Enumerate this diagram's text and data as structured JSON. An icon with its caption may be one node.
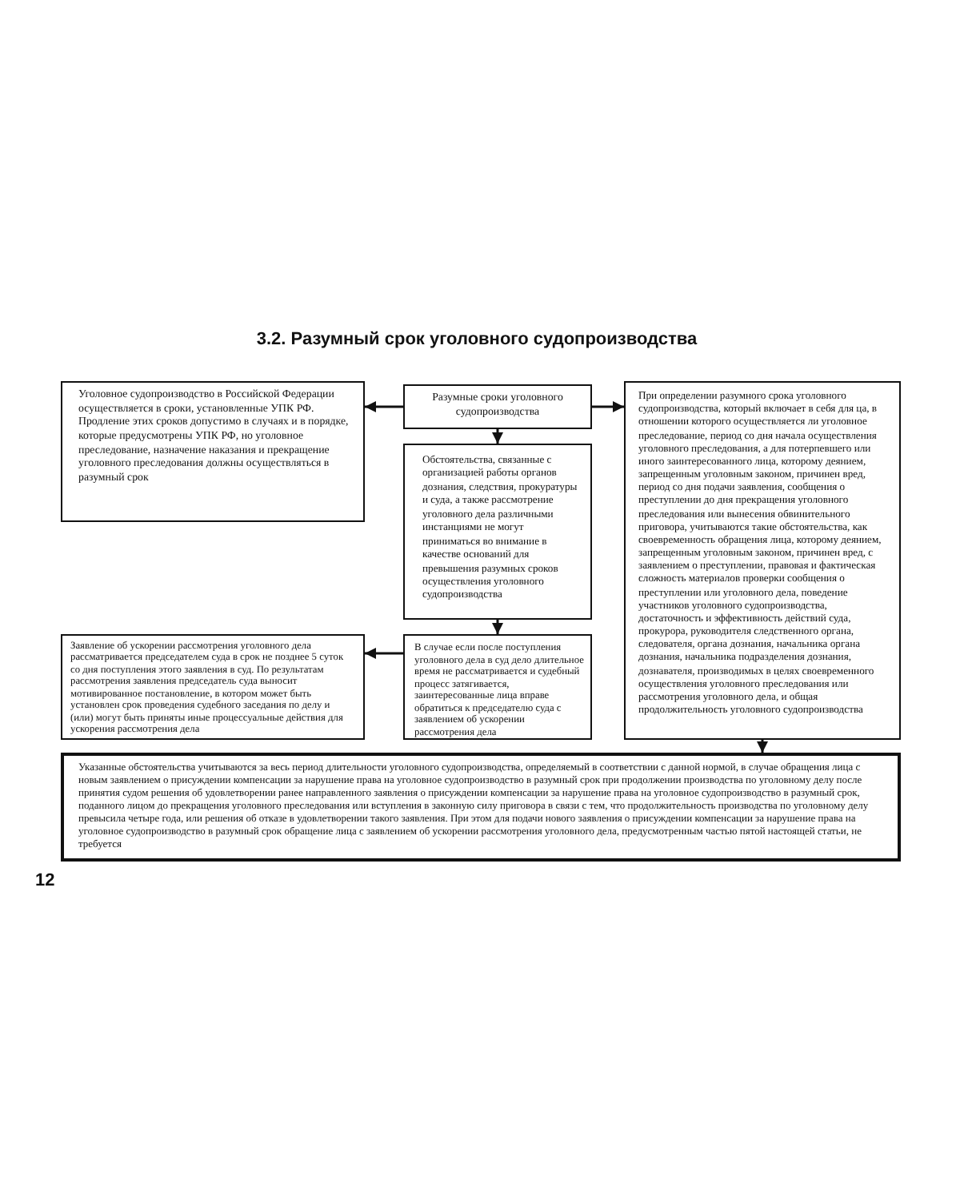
{
  "diagram": {
    "title": "3.2. Разумный срок уголовного судопроизводства",
    "nodes": [
      {
        "text": [
          "Уголовное судопроизводство в Российской Федерации осуществляется в сроки, установленные УПК РФ. Продление этих сроков допустимо в случаях и в порядке, которые предусмотрены УПК РФ, но уголовное преследование, назначение наказания и прекращение уголовного преследования должны осуществляться в разумный срок"
        ]
      },
      {
        "text": [
          "Разумные сроки уголовного судопроизводства"
        ]
      },
      {
        "text": [
          "При определении разумного срока уголовного судопроизводства, который включает в себя для ца, в отношении которого осуществляется ли уголовное преследование, период со дня начала осуществления уголовного преследования, а для потерпевшего или иного заинтересованного лица, которому деянием, запрещенным уголовным законом, причинен вред, период со дня подачи заявления, сообщения о преступлении до дня прекращения уголовного преследования или вынесения обвинительного приговора, учитываются такие обстоятельства, как своевременность обращения лица, которому деянием, запрещенным уголовным законом, причинен вред, с заявлением о преступлении, правовая и фактическая сложность материалов проверки сообщения о преступлении или уголовного дела, поведение участников уголовного судопроизводства, достаточность и эффективность действий суда, прокурора, руководителя следственного органа, следователя, органа дознания, начальника органа дознания, начальника подразделения дознания, дознавателя, производимых в целях своевременного осуществления уголовного преследования или рассмотрения уголовного дела, и общая продолжительность уголовного судопроизводства"
        ]
      },
      {
        "text": [
          "Обстоятельства, связанные с организацией работы органов дознания, следствия, прокуратуры и суда, а также рассмотрение уголовного дела различными инстанциями не могут приниматься во внимание в качестве оснований для превышения разумных сроков осуществления уголовного судопроизводства"
        ]
      },
      {
        "text": [
          "Заявление об ускорении рассмотрения уголовного дела рассматривается председателем суда в срок не позднее 5 суток со дня поступления этого заявления в суд. По результатам рассмотрения заявления председатель суда выносит мотивированное постановление, в котором может быть установлен срок проведения судебного заседания по делу и (или) могут быть приняты иные процессуальные действия для ускорения рассмотрения дела"
        ]
      },
      {
        "text": [
          "В случае если после поступления уголовного дела в суд дело длительное время не рассматривается и судебный процесс затягивается, заинтересованные лица вправе обратиться к председателю суда с заявлением об ускорении рассмотрения дела"
        ]
      },
      {
        "text": [
          "Указанные обстоятельства учитываются за весь период длительности уголовного судопроизводства, определяемый в соответствии с данной нормой, в случае обращения лица с новым заявлением о присуждении компенсации за нарушение права на уголовное судопроизводство в разумный срок при продолжении производства по уголовному делу после принятия судом решения об удовлетворении ранее направленного заявления о присуждении компенсации за нарушение права на уголовное судопроизводство в разумный срок, поданного лицом до прекращения уголовного преследования или вступления в законную силу приговора в связи с тем, что продолжительность производства по уголовному делу превысила четыре года, или решения об отказе в удовлетворении такого заявления. При этом для подачи нового заявления о присуждении компенсации за нарушение права на уголовное судопроизводство в разумный срок обращение лица с заявлением об ускорении рассмотрения уголовного дела, предусмотренным частью пятой настоящей статьи, не требуется"
        ]
      }
    ],
    "edges": [
      {
        "from": 1,
        "to": 0,
        "arrow": "to"
      },
      {
        "from": 1,
        "to": 2,
        "arrow": "to"
      },
      {
        "from": 1,
        "to": 3,
        "arrow": "to"
      },
      {
        "from": 3,
        "to": 5,
        "arrow": "to"
      },
      {
        "from": 5,
        "to": 4,
        "arrow": "to"
      },
      {
        "from": 2,
        "to": 6,
        "arrow": "to"
      }
    ],
    "labels": [
      "12"
    ]
  }
}
